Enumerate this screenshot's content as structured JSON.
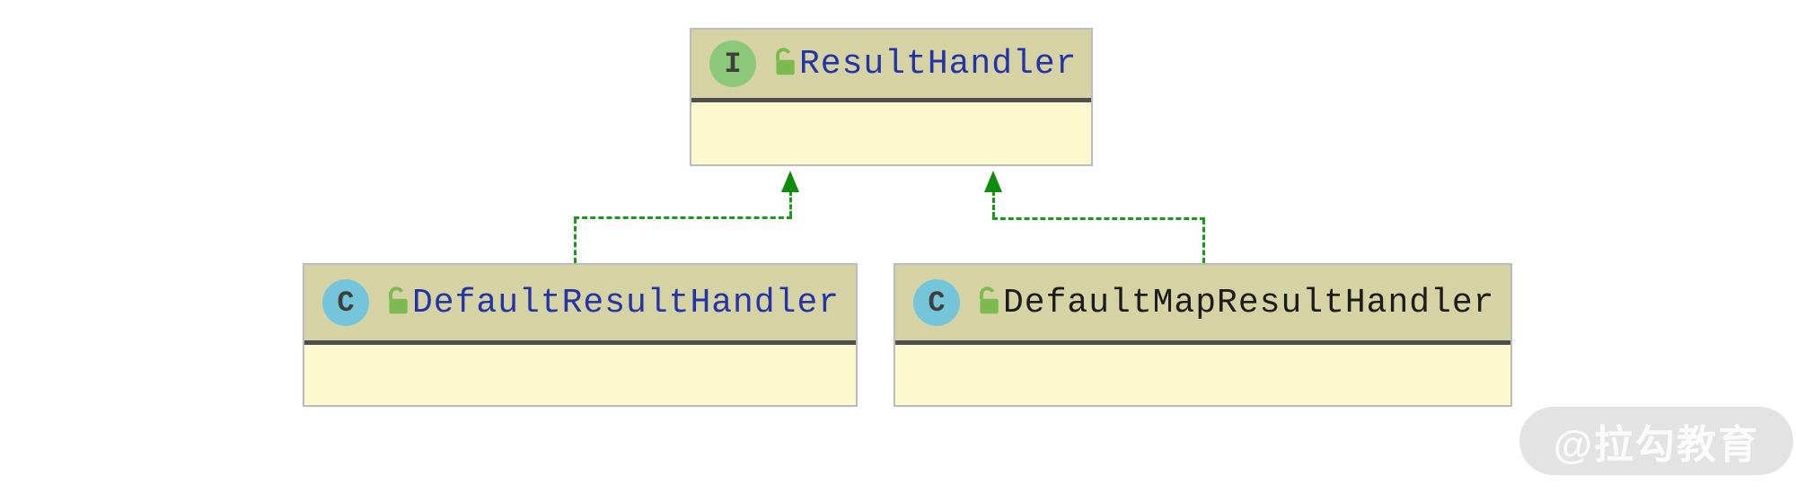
{
  "diagram": {
    "type": "uml-class-diagram",
    "nodes": [
      {
        "id": "result-handler",
        "kind": "interface",
        "badge_letter": "I",
        "name": "ResultHandler",
        "name_color": "#2433a6"
      },
      {
        "id": "default-result-handler",
        "kind": "class",
        "badge_letter": "C",
        "name": "DefaultResultHandler",
        "name_color": "#2433a6"
      },
      {
        "id": "default-map-result-handler",
        "kind": "class",
        "badge_letter": "C",
        "name": "DefaultMapResultHandler",
        "name_color": "#1c1c1c"
      }
    ],
    "edges": [
      {
        "from": "DefaultResultHandler",
        "to": "ResultHandler",
        "type": "implements",
        "style": "green-dashed-hollowless-solid-arrow"
      },
      {
        "from": "DefaultMapResultHandler",
        "to": "ResultHandler",
        "type": "implements",
        "style": "green-dashed-hollowless-solid-arrow"
      }
    ],
    "colors": {
      "node_header_bg": "#d5d2a3",
      "node_body_bg": "#fdf9cf",
      "node_border": "#bcbcbc",
      "node_separator": "#4e4e4e",
      "interface_badge_bg": "#8cc87a",
      "class_badge_bg": "#74c5d9",
      "badge_letter": "#3f3f3f",
      "lock_icon": "#7cb94e",
      "edge_green": "#1a9a1a",
      "arrow_green": "#0d8c0d",
      "title_blue": "#2433a6",
      "title_dark": "#1c1c1c"
    }
  },
  "watermark": {
    "text": "@拉勾教育",
    "bg": "#e3e3e3",
    "text_color": "#fbfbfb"
  }
}
